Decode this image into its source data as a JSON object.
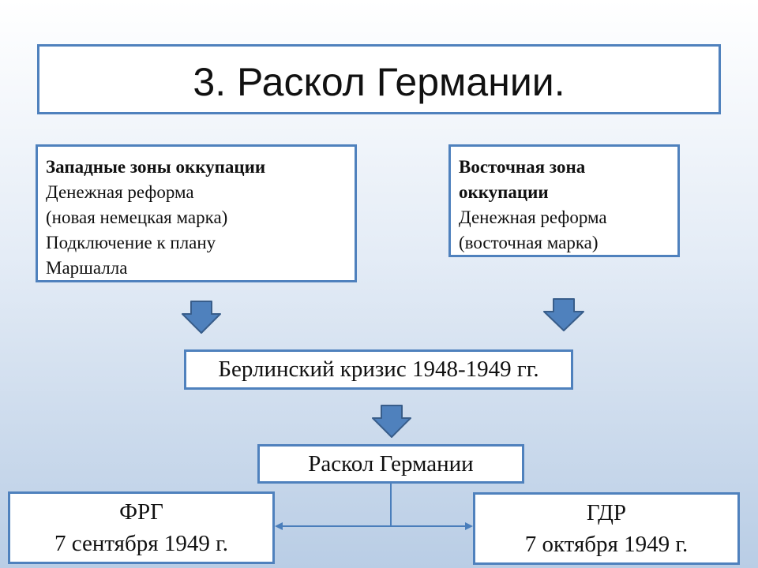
{
  "title": "3. Раскол Германии.",
  "west_zone": {
    "heading": "Западные зоны оккупации",
    "lines": [
      "Денежная реформа",
      "(новая немецкая марка)",
      "Подключение к плану",
      "Маршалла"
    ]
  },
  "east_zone": {
    "heading_lines": [
      "Восточная зона",
      "оккупации"
    ],
    "lines": [
      "Денежная реформа",
      "(восточная марка)"
    ]
  },
  "crisis": "Берлинский кризис 1948-1949 гг.",
  "split": "Раскол Германии",
  "frg": {
    "name": "ФРГ",
    "date": "7 сентября 1949 г."
  },
  "gdr": {
    "name": "ГДР",
    "date": "7 октября 1949 г."
  },
  "colors": {
    "border": "#4f81bd",
    "arrow_fill": "#4f81bd",
    "arrow_stroke": "#385d8a",
    "connector": "#4a7ebb"
  },
  "icons": {
    "arrow": "arrow-down-icon"
  }
}
